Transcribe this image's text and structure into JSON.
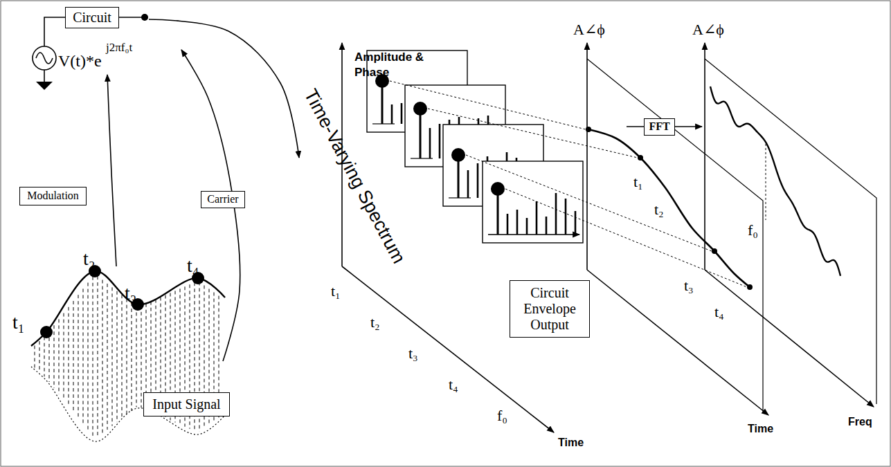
{
  "diagram": {
    "nodes": [
      {
        "text": [
          "Circuit"
        ]
      },
      {
        "text": [
          "Modulation"
        ]
      },
      {
        "text": [
          "Carrier"
        ]
      },
      {
        "text": [
          "Input Signal"
        ]
      },
      {
        "text": [
          "FFT"
        ]
      },
      {
        "text": [
          "Circuit Envelope Output"
        ]
      }
    ],
    "labels": [
      "V(t)*e",
      "j2πf₀t",
      "t₁",
      "t₂",
      "t₃",
      "t₄",
      "Amplitude & Phase",
      "Time-Varying Spectrum",
      "t₁",
      "t₂",
      "t₃",
      "t₄",
      "f₀",
      "Time",
      "A∠ϕ",
      "t₁",
      "t₂",
      "t₃",
      "t₄",
      "Time",
      "A∠ϕ",
      "f₀",
      "Freq"
    ]
  }
}
